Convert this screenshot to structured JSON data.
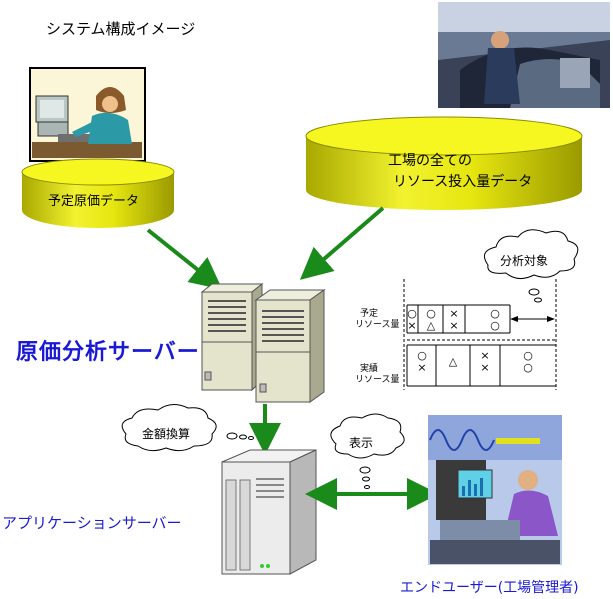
{
  "title": "システム構成イメージ",
  "cylinders": {
    "planned_cost": "予定原価データ",
    "resource_line1": "工場の全ての",
    "resource_line2": "リソース投入量データ"
  },
  "servers": {
    "cost_analysis": "原価分析サーバー",
    "application": "アプリケーションサーバー"
  },
  "bubbles": {
    "analysis_target": "分析対象",
    "amount_conversion": "金額換算",
    "display": "表示"
  },
  "timeline": {
    "planned_label_1": "予定",
    "planned_label_2": "リソース量",
    "actual_label_1": "実績",
    "actual_label_2": "リソース量",
    "planned_marks": [
      [
        "○",
        "×"
      ],
      [
        "○",
        "△"
      ],
      [
        "×",
        "×"
      ],
      [
        "○",
        "○"
      ]
    ],
    "actual_marks": [
      [
        "○",
        "×"
      ],
      [
        "△"
      ],
      [
        "×",
        "×"
      ],
      [
        "○",
        "○"
      ]
    ]
  },
  "end_user": "エンドユーザー(工場管理者)",
  "colors": {
    "arrow_green": "#1a8a1a",
    "cylinder_yellow": "#e8e80a",
    "label_blue": "#1a1ad6"
  }
}
